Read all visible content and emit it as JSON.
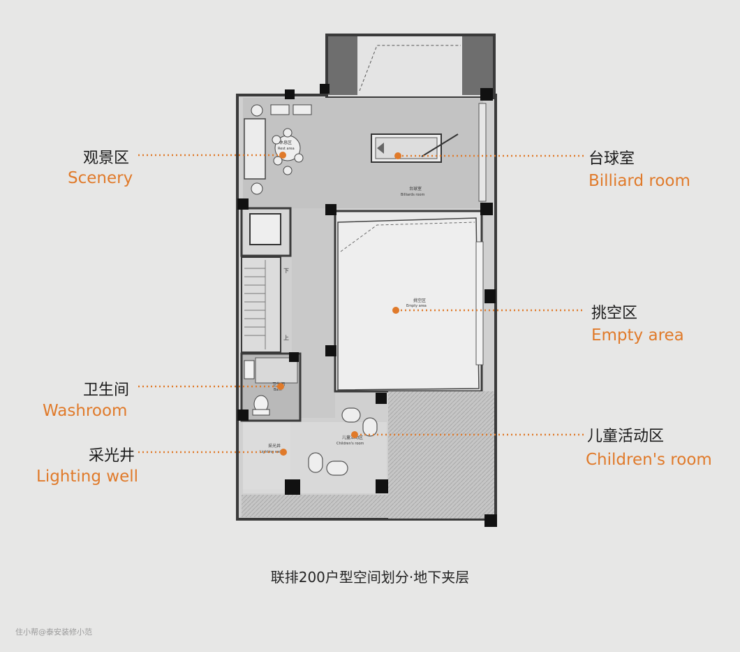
{
  "labels": {
    "scenery": {
      "zh": "观景区",
      "en": "Scenery"
    },
    "billiard": {
      "zh": "台球室",
      "en": "Billiard room"
    },
    "empty": {
      "zh": "挑空区",
      "en": "Empty area"
    },
    "washroom": {
      "zh": "卫生间",
      "en": "Washroom"
    },
    "children": {
      "zh": "儿童活动区",
      "en": "Children's room"
    },
    "lighting": {
      "zh": "采光井",
      "en": "Lighting well"
    }
  },
  "plan_text": {
    "rest_zh": "休息区",
    "rest_en": "Rest area",
    "billiard_zh": "台球室",
    "billiard_en": "Billiards room",
    "empty_zh": "挑空区",
    "empty_en": "Empty area",
    "bath_zh": "卫生间",
    "bath_en": "Bath",
    "children_zh": "儿童活动区",
    "children_en": "Children's room",
    "light_zh": "采光井",
    "light_en": "Lighting well",
    "stair_down": "下",
    "stair_up": "上"
  },
  "caption": "联排200户型空间划分·地下夹层",
  "watermark": "住小帮@泰安装修小范",
  "colors": {
    "accent": "#e07a2a",
    "wall": "#3a3a3a",
    "room": "#c9c9c9",
    "background": "#e7e7e6"
  }
}
